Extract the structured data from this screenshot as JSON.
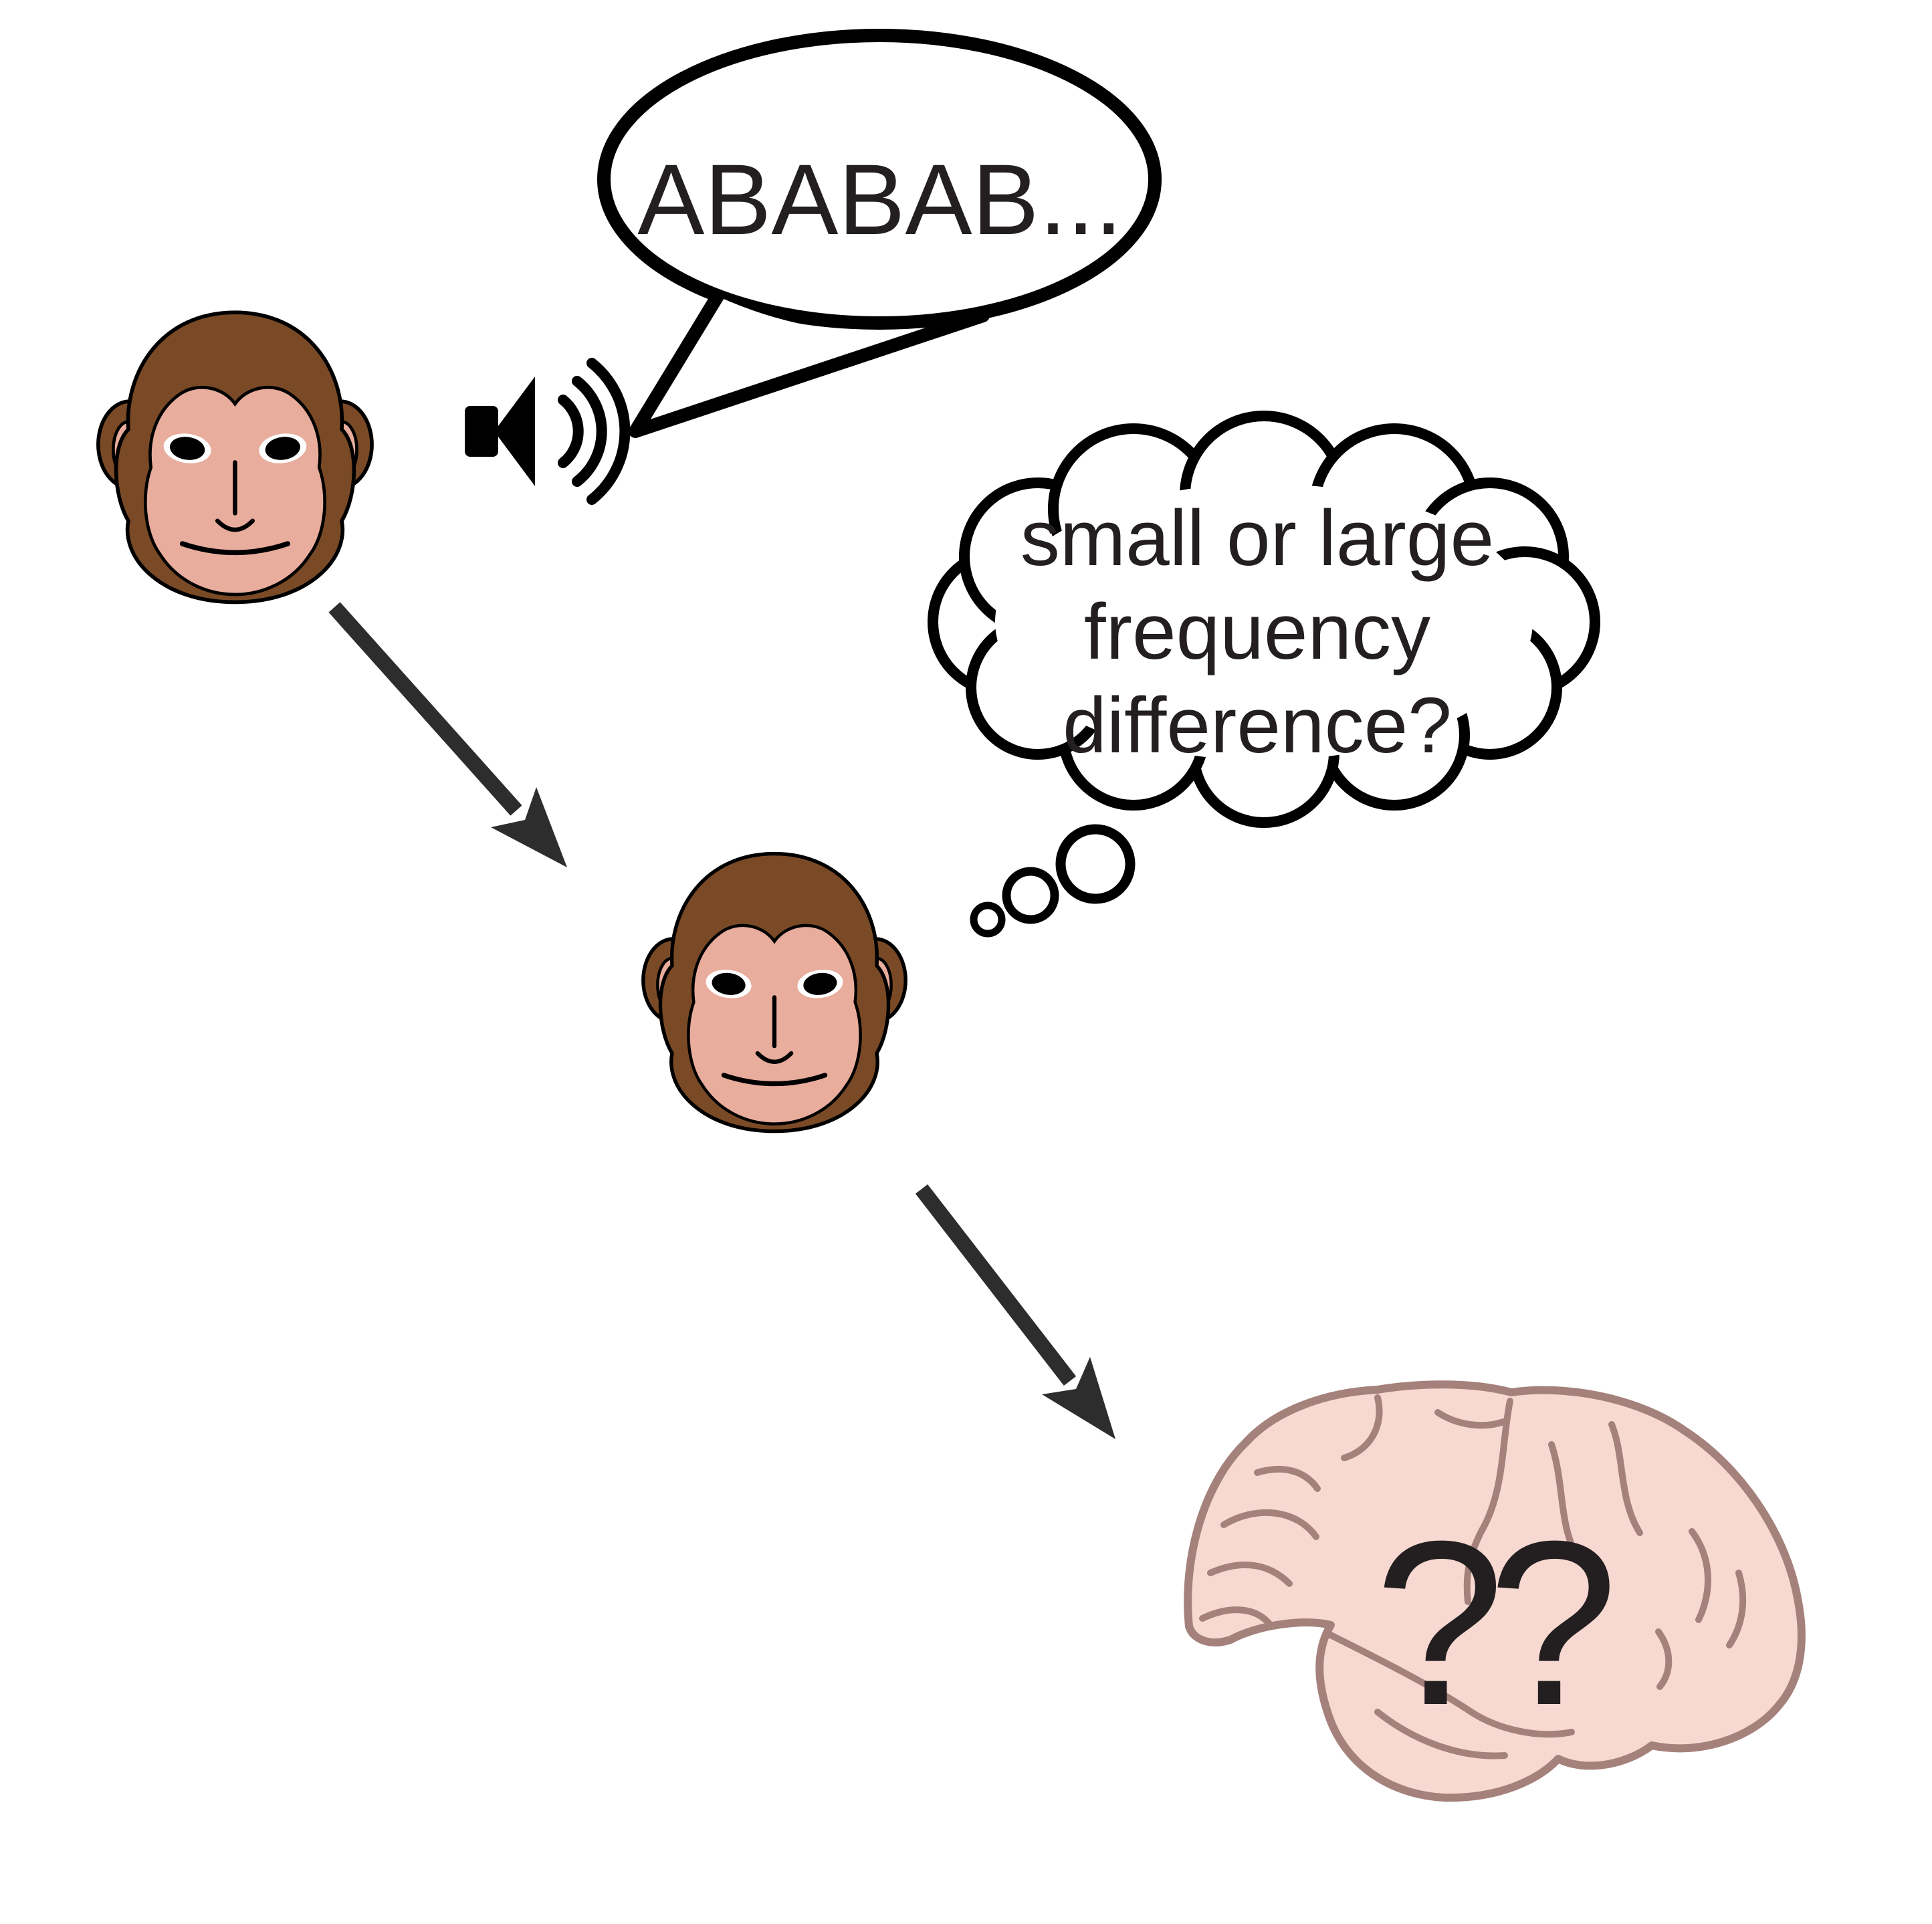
{
  "title": "monkey tone-sequence perception experiment diagram",
  "speech_bubble": {
    "text": "ABABAB..."
  },
  "thought_cloud": {
    "line1": "small or large",
    "line2": "frequency",
    "line3": "difference?"
  },
  "brain": {
    "label": "??"
  },
  "icons": {
    "speaker": "speaker-with-sound-waves-icon",
    "monkey": "monkey-face",
    "arrow": "down-right-arrow",
    "brain": "brain-lateral-view"
  },
  "colors": {
    "background": "#ffffff",
    "ink": "#231f20",
    "outline_black": "#000000",
    "arrow": "#2d2d2d",
    "monkey_fur": "#7a4a26",
    "monkey_skin": "#e9ad9d",
    "brain_fill": "#f7d9d2",
    "brain_outline": "#a5817c"
  }
}
